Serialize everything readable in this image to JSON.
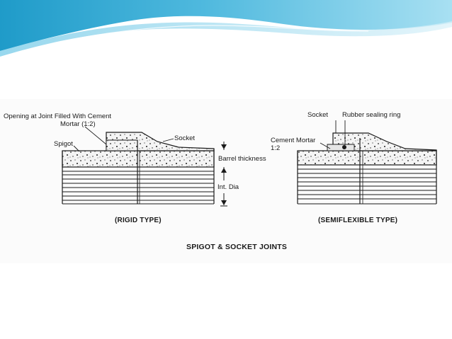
{
  "colors": {
    "wave_dark": "#1f9bc9",
    "wave_light": "#8fd4ec",
    "ink": "#1a1a1a"
  },
  "rigid": {
    "opening_label_line1": "Opening at Joint Filled With Cement",
    "opening_label_line2": "Mortar (1:2)",
    "spigot": "Spigot",
    "socket": "Socket",
    "barrel_thickness": "Barrel thickness",
    "int_dia": "Int. Dia",
    "caption": "(RIGID TYPE)"
  },
  "semiflexible": {
    "socket": "Socket",
    "rubber_ring": "Rubber sealing ring",
    "cement_mortar_line1": "Cement Mortar",
    "cement_mortar_line2": "1:2",
    "caption": "(SEMIFLEXIBLE TYPE)"
  },
  "figure_title": "SPIGOT & SOCKET JOINTS"
}
